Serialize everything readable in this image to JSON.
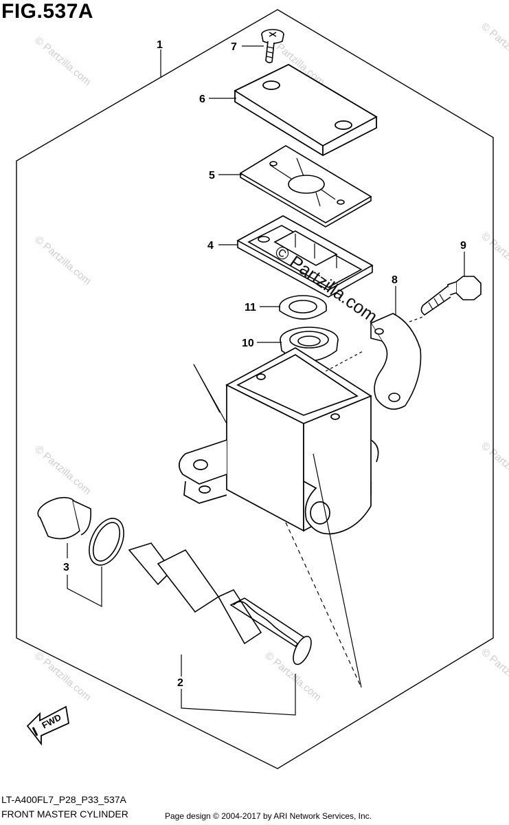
{
  "figure": {
    "title": "FIG.537A",
    "model_code": "LT-A400FL7_P28_P33_537A",
    "caption": "FRONT MASTER CYLINDER",
    "footer": "Page design © 2004-2017 by ARI Network Services, Inc."
  },
  "callouts": [
    {
      "id": "1",
      "label": "1"
    },
    {
      "id": "2",
      "label": "2"
    },
    {
      "id": "3",
      "label": "3"
    },
    {
      "id": "4",
      "label": "4"
    },
    {
      "id": "5",
      "label": "5"
    },
    {
      "id": "6",
      "label": "6"
    },
    {
      "id": "7",
      "label": "7"
    },
    {
      "id": "8",
      "label": "8"
    },
    {
      "id": "9",
      "label": "9"
    },
    {
      "id": "10",
      "label": "10"
    },
    {
      "id": "11",
      "label": "11"
    }
  ],
  "fwd_arrow": {
    "label": "FWD"
  },
  "watermark": {
    "text": "© Partzilla.com",
    "center_text": "© Partzilla.com"
  }
}
